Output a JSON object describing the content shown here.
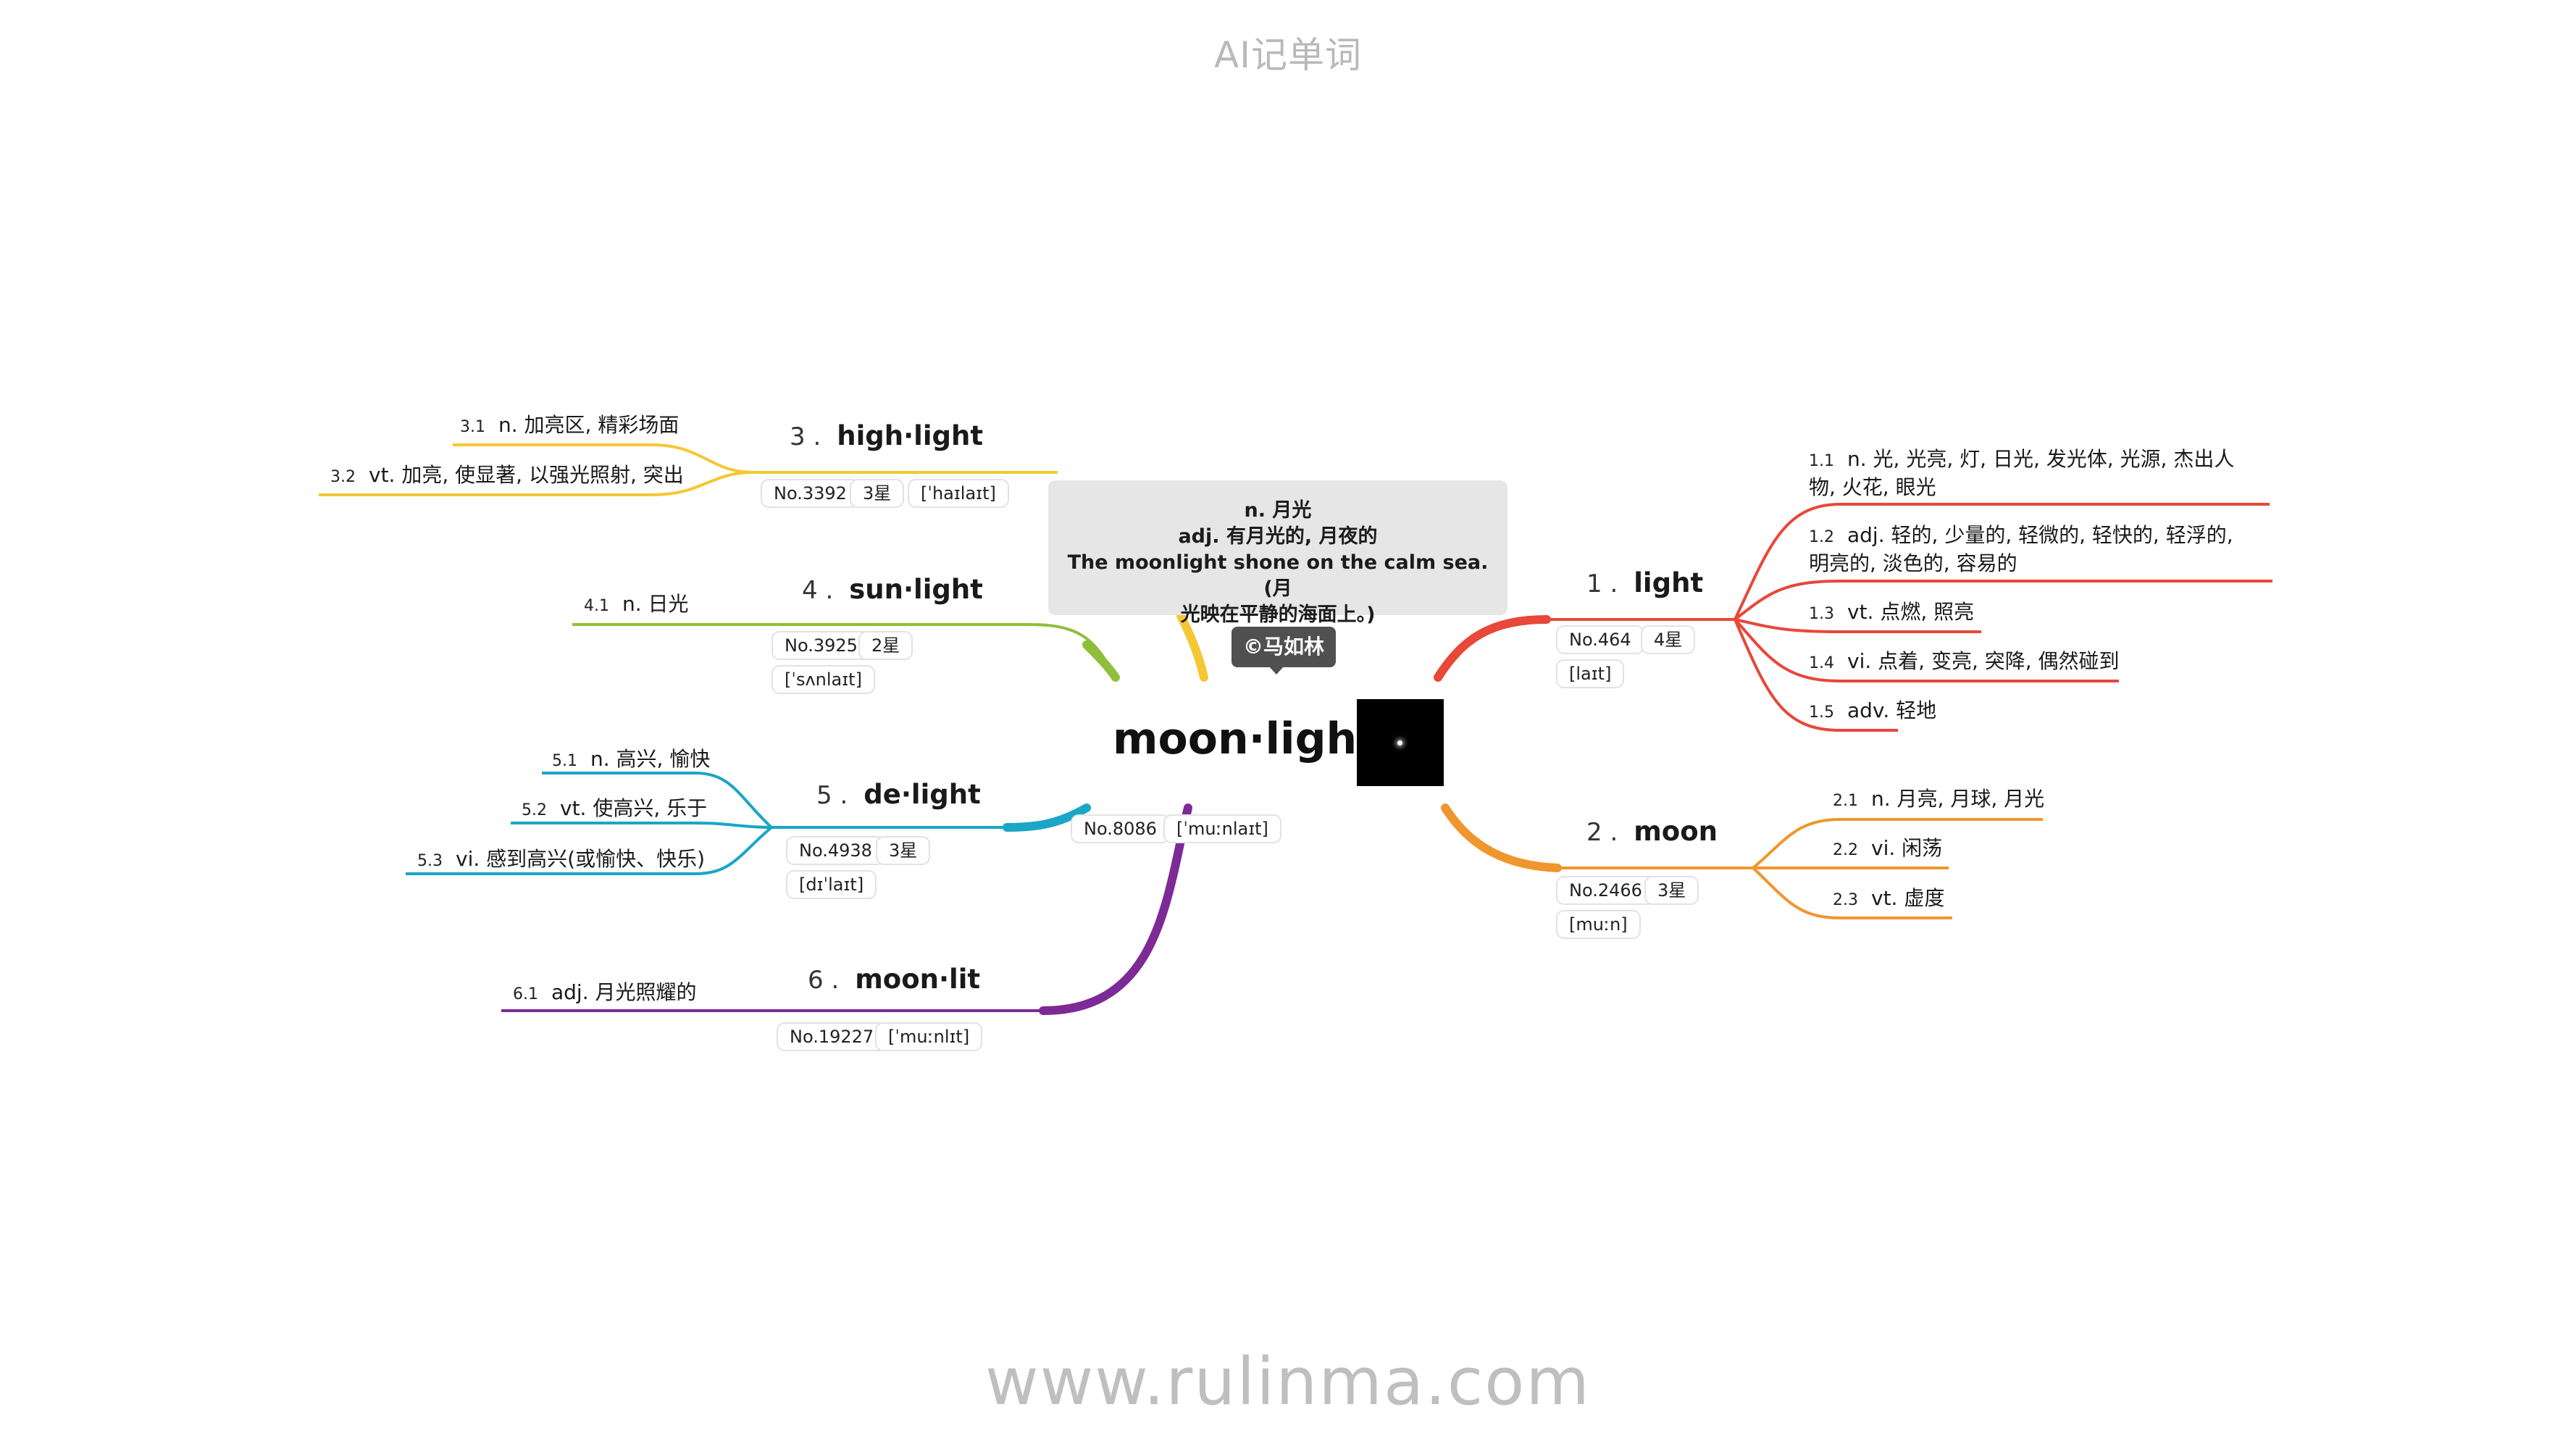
{
  "header": {
    "title": "AI记单词"
  },
  "footer": {
    "url": "www.rulinma.com"
  },
  "central": {
    "word": "moon·light",
    "no": "No.8086",
    "phonetic": "[ˈmuːnlaɪt]"
  },
  "popup": {
    "line1": "n. 月光",
    "line2": "adj. 有月光的, 月夜的",
    "line3": "The moonlight shone on the calm sea. (月",
    "line4": "光映在平静的海面上。)"
  },
  "author": {
    "label": "©马如林"
  },
  "colors": {
    "light": "#e8473a",
    "moon": "#f0962e",
    "highlight": "#f5c733",
    "sunlight": "#8fbf3a",
    "delight": "#1aa6c6",
    "moonlit": "#7d2a96"
  },
  "branches": {
    "light": {
      "num": "1 .",
      "word": "light",
      "no": "No.464",
      "stars": "4星",
      "phonetic": "[laɪt]",
      "items": [
        {
          "num": "1.1",
          "text": "n. 光, 光亮, 灯, 日光, 发光体, 光源, 杰出人物, 火花, 眼光"
        },
        {
          "num": "1.2",
          "text": "adj. 轻的, 少量的, 轻微的, 轻快的, 轻浮的, 明亮的, 淡色的, 容易的"
        },
        {
          "num": "1.3",
          "text": "vt. 点燃, 照亮"
        },
        {
          "num": "1.4",
          "text": "vi. 点着, 变亮, 突降, 偶然碰到"
        },
        {
          "num": "1.5",
          "text": "adv. 轻地"
        }
      ]
    },
    "moon": {
      "num": "2 .",
      "word": "moon",
      "no": "No.2466",
      "stars": "3星",
      "phonetic": "[muːn]",
      "items": [
        {
          "num": "2.1",
          "text": "n. 月亮, 月球, 月光"
        },
        {
          "num": "2.2",
          "text": "vi. 闲荡"
        },
        {
          "num": "2.3",
          "text": "vt. 虚度"
        }
      ]
    },
    "highlight": {
      "num": "3 .",
      "word": "high·light",
      "no": "No.3392",
      "stars": "3星",
      "phonetic": "[ˈhaɪlaɪt]",
      "items": [
        {
          "num": "3.1",
          "text": "n. 加亮区, 精彩场面"
        },
        {
          "num": "3.2",
          "text": "vt. 加亮, 使显著, 以强光照射, 突出"
        }
      ]
    },
    "sunlight": {
      "num": "4 .",
      "word": "sun·light",
      "no": "No.3925",
      "stars": "2星",
      "phonetic": "[ˈsʌnlaɪt]",
      "items": [
        {
          "num": "4.1",
          "text": "n. 日光"
        }
      ]
    },
    "delight": {
      "num": "5 .",
      "word": "de·light",
      "no": "No.4938",
      "stars": "3星",
      "phonetic": "[dɪˈlaɪt]",
      "items": [
        {
          "num": "5.1",
          "text": "n. 高兴, 愉快"
        },
        {
          "num": "5.2",
          "text": "vt. 使高兴, 乐于"
        },
        {
          "num": "5.3",
          "text": "vi. 感到高兴(或愉快、快乐)"
        }
      ]
    },
    "moonlit": {
      "num": "6 .",
      "word": "moon·lit",
      "no": "No.19227",
      "phonetic": "[ˈmuːnlɪt]",
      "items": [
        {
          "num": "6.1",
          "text": "adj. 月光照耀的"
        }
      ]
    }
  }
}
